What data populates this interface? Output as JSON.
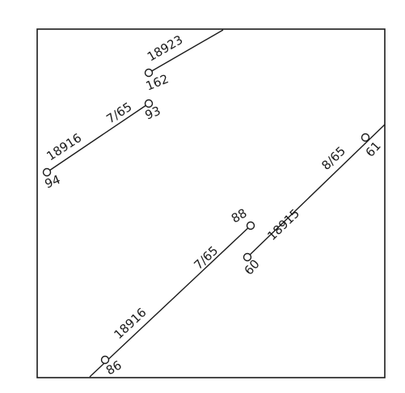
{
  "traverses": [
    {
      "line_number": "18923"
    },
    {
      "line_number": "18916",
      "date": "7/65"
    },
    {
      "line_number": "18916",
      "date": "7/65"
    },
    {
      "line_number": "18915",
      "date": "8/65"
    }
  ],
  "stations": [
    "162",
    "93",
    "94",
    "88",
    "60",
    "61",
    "86"
  ]
}
